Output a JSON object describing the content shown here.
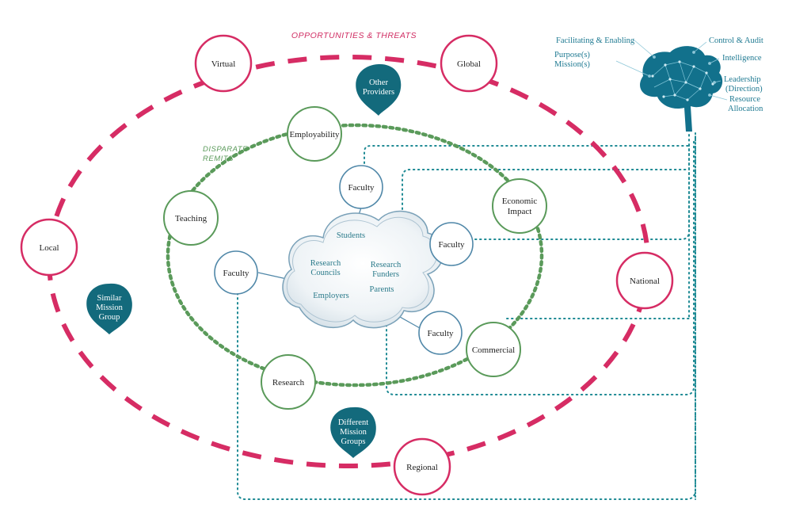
{
  "outer_ring": {
    "title": "OPPORTUNITIES & THREATS",
    "color": "#d62c64",
    "nodes": {
      "virtual": "Virtual",
      "global": "Global",
      "local": "Local",
      "national": "National",
      "regional": "Regional"
    }
  },
  "inner_ring": {
    "title_line1": "DISPARATE",
    "title_line2": "REMITS",
    "color": "#5a9a5a",
    "nodes": {
      "employability": "Employability",
      "teaching": "Teaching",
      "economic_impact_1": "Economic",
      "economic_impact_2": "Impact",
      "commercial": "Commercial",
      "research": "Research"
    }
  },
  "faculties": {
    "top": "Faculty",
    "right": "Faculty",
    "left": "Faculty",
    "bottom": "Faculty",
    "color": "#4f87a8"
  },
  "cloud": {
    "students": "Students",
    "research_councils_1": "Research",
    "research_councils_2": "Councils",
    "research_funders_1": "Research",
    "research_funders_2": "Funders",
    "employers": "Employers",
    "parents": "Parents"
  },
  "groups": {
    "other_providers_1": "Other",
    "other_providers_2": "Providers",
    "similar_1": "Similar",
    "similar_2": "Mission",
    "similar_3": "Group",
    "different_1": "Different",
    "different_2": "Mission",
    "different_3": "Groups",
    "color": "#136a7c"
  },
  "brain": {
    "facilitating": "Facilitating & Enabling",
    "control": "Control & Audit",
    "purpose_1": "Purpose(s)",
    "purpose_2": "Mission(s)",
    "intelligence": "Intelligence",
    "leadership_1": "Leadership",
    "leadership_2": "(Direction)",
    "resource_1": "Resource",
    "resource_2": "Allocation",
    "color": "#12718c"
  }
}
